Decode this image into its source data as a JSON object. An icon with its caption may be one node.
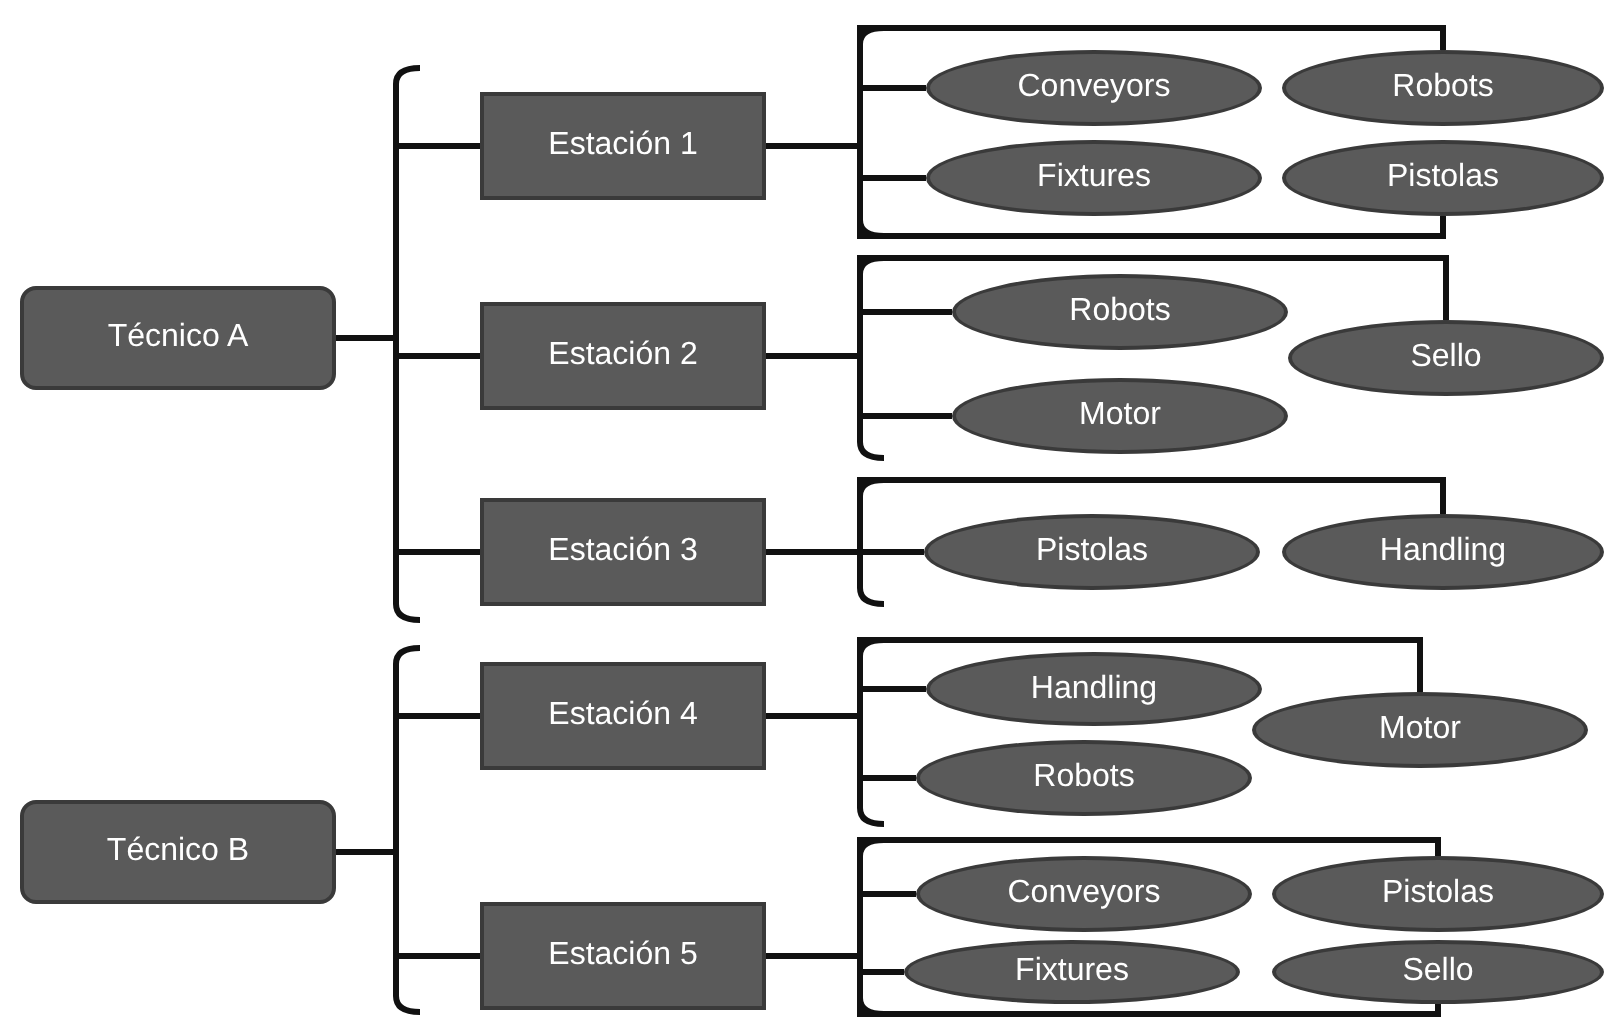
{
  "diagram": {
    "nodes": [
      {
        "text": [
          "Técnico A"
        ]
      },
      {
        "text": [
          "Estación 1"
        ]
      },
      {
        "text": [
          "Conveyors"
        ]
      },
      {
        "text": [
          "Robots"
        ]
      },
      {
        "text": [
          "Fixtures"
        ]
      },
      {
        "text": [
          "Pistolas"
        ]
      },
      {
        "text": [
          "Estación 2"
        ]
      },
      {
        "text": [
          "Robots"
        ]
      },
      {
        "text": [
          "Sello"
        ]
      },
      {
        "text": [
          "Motor"
        ]
      },
      {
        "text": [
          "Estación 3"
        ]
      },
      {
        "text": [
          "Pistolas"
        ]
      },
      {
        "text": [
          "Handling"
        ]
      },
      {
        "text": [
          "Técnico B"
        ]
      },
      {
        "text": [
          "Estación 4"
        ]
      },
      {
        "text": [
          "Handling"
        ]
      },
      {
        "text": [
          "Motor"
        ]
      },
      {
        "text": [
          "Robots"
        ]
      },
      {
        "text": [
          "Estación 5"
        ]
      },
      {
        "text": [
          "Conveyors"
        ]
      },
      {
        "text": [
          "Pistolas"
        ]
      },
      {
        "text": [
          "Fixtures"
        ]
      },
      {
        "text": [
          "Sello"
        ]
      }
    ],
    "edges": [
      {
        "from": 0,
        "to": 1,
        "arrow": "none"
      },
      {
        "from": 0,
        "to": 6,
        "arrow": "none"
      },
      {
        "from": 0,
        "to": 10,
        "arrow": "none"
      },
      {
        "from": 1,
        "to": 2,
        "arrow": "none"
      },
      {
        "from": 1,
        "to": 3,
        "arrow": "none"
      },
      {
        "from": 1,
        "to": 4,
        "arrow": "none"
      },
      {
        "from": 1,
        "to": 5,
        "arrow": "none"
      },
      {
        "from": 6,
        "to": 7,
        "arrow": "none"
      },
      {
        "from": 6,
        "to": 8,
        "arrow": "none"
      },
      {
        "from": 6,
        "to": 9,
        "arrow": "none"
      },
      {
        "from": 10,
        "to": 11,
        "arrow": "none"
      },
      {
        "from": 10,
        "to": 12,
        "arrow": "none"
      },
      {
        "from": 13,
        "to": 14,
        "arrow": "none"
      },
      {
        "from": 13,
        "to": 18,
        "arrow": "none"
      },
      {
        "from": 14,
        "to": 15,
        "arrow": "none"
      },
      {
        "from": 14,
        "to": 16,
        "arrow": "none"
      },
      {
        "from": 14,
        "to": 17,
        "arrow": "none"
      },
      {
        "from": 18,
        "to": 19,
        "arrow": "none"
      },
      {
        "from": 18,
        "to": 20,
        "arrow": "none"
      },
      {
        "from": 18,
        "to": 21,
        "arrow": "none"
      },
      {
        "from": 18,
        "to": 22,
        "arrow": "none"
      }
    ]
  }
}
